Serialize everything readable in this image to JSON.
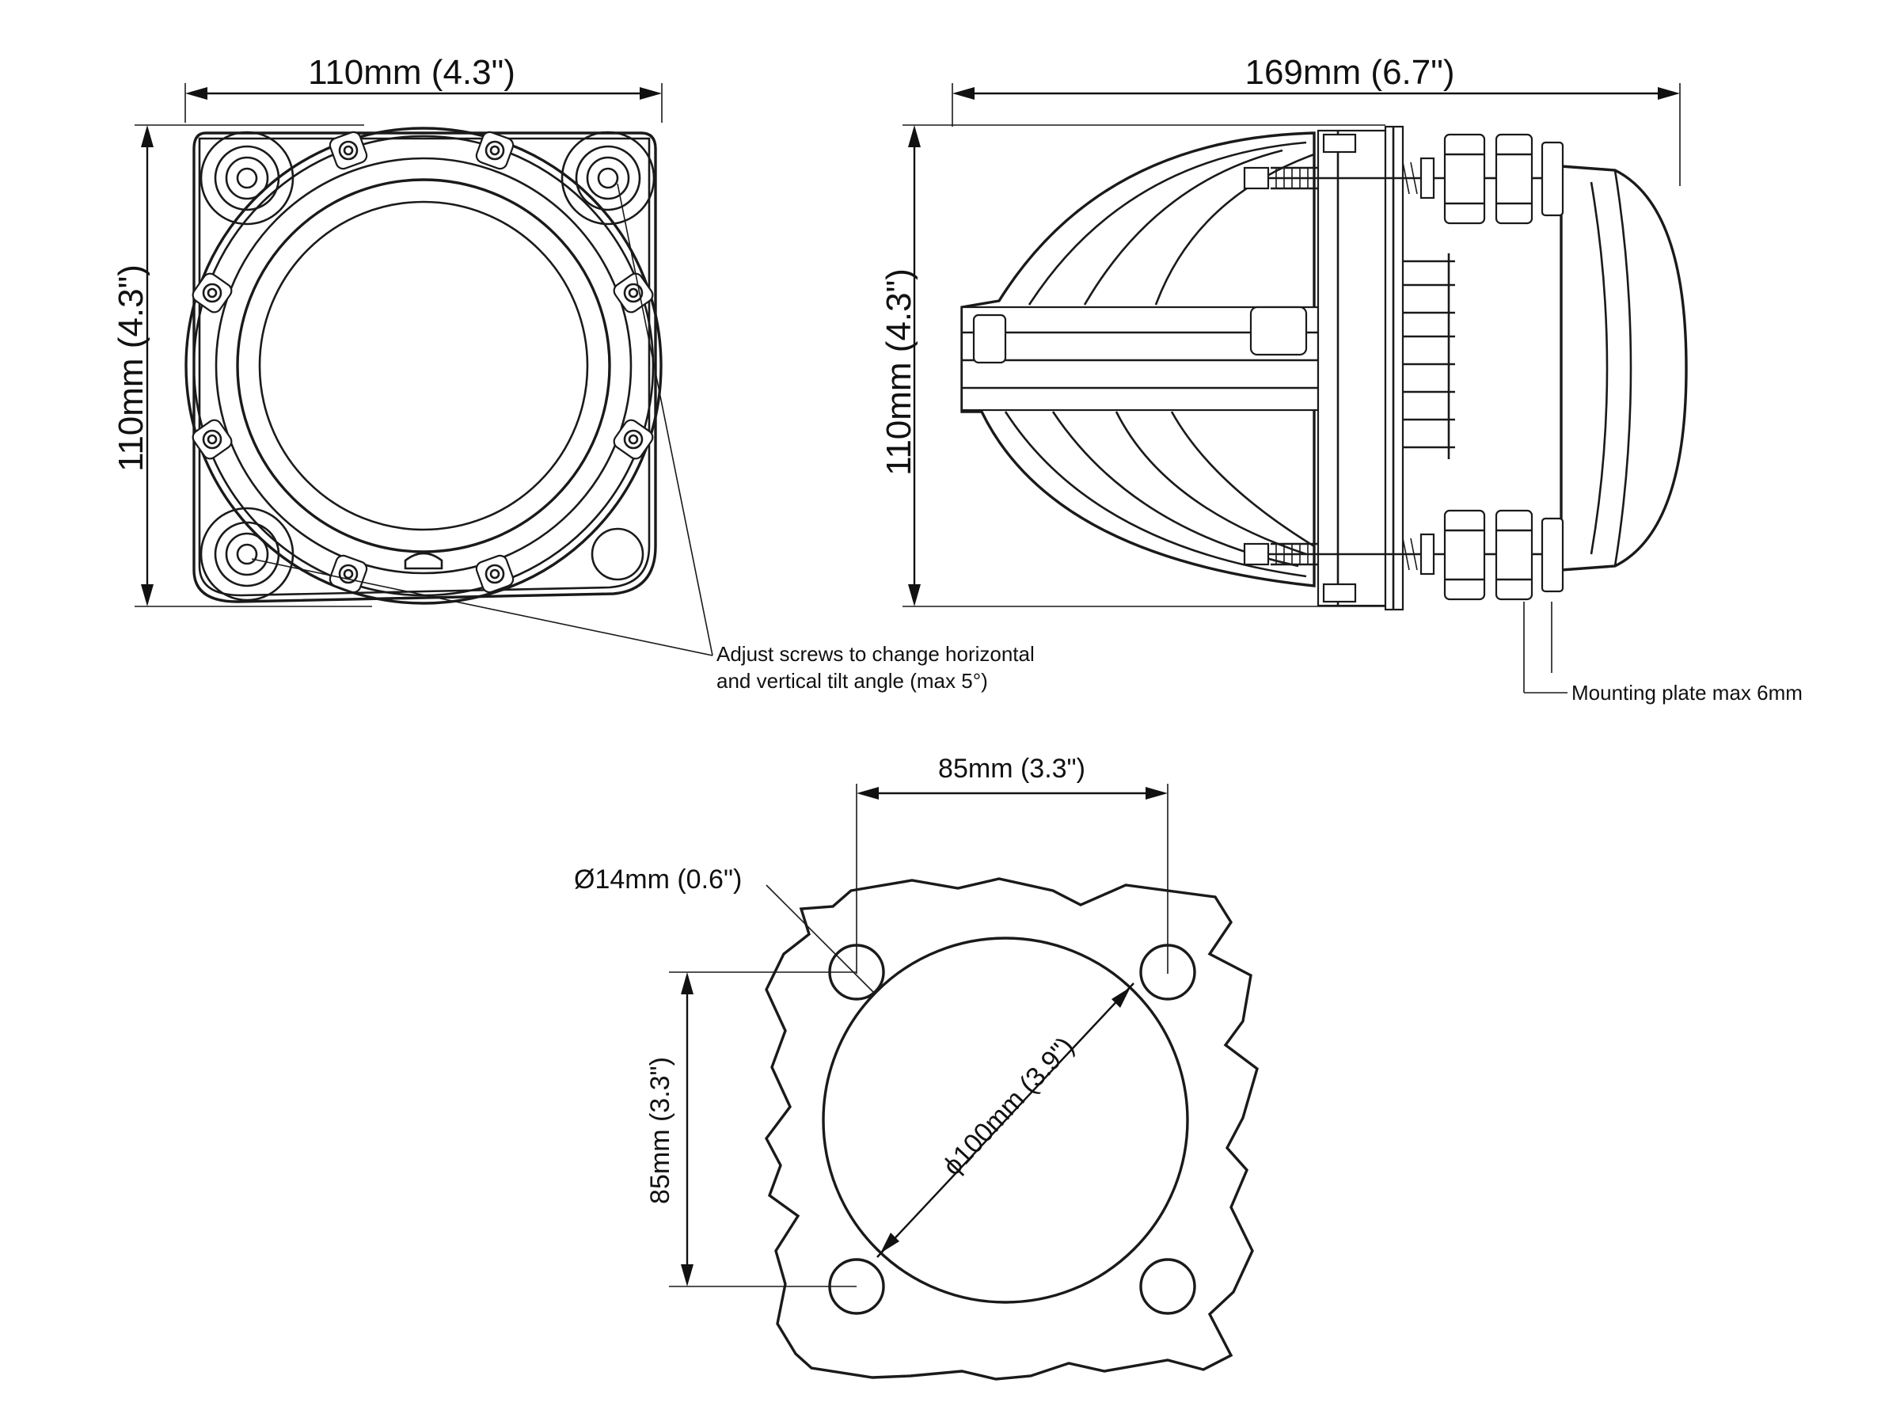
{
  "front_view": {
    "width_label": "110mm (4.3\")",
    "height_label": "110mm (4.3\")"
  },
  "side_view": {
    "length_label": "169mm (6.7\")",
    "height_label": "110mm (4.3\")"
  },
  "annotations": {
    "adjust_line1": "Adjust screws to change horizontal",
    "adjust_line2": "and vertical tilt angle (max 5°)",
    "mounting": "Mounting plate max 6mm"
  },
  "cutout_template": {
    "hole_spacing_h": "85mm (3.3\")",
    "hole_spacing_v": "85mm (3.3\")",
    "hole_diameter": "Ø14mm (0.6\")",
    "cutout_diameter": "ϕ100mm (3.9\")"
  }
}
